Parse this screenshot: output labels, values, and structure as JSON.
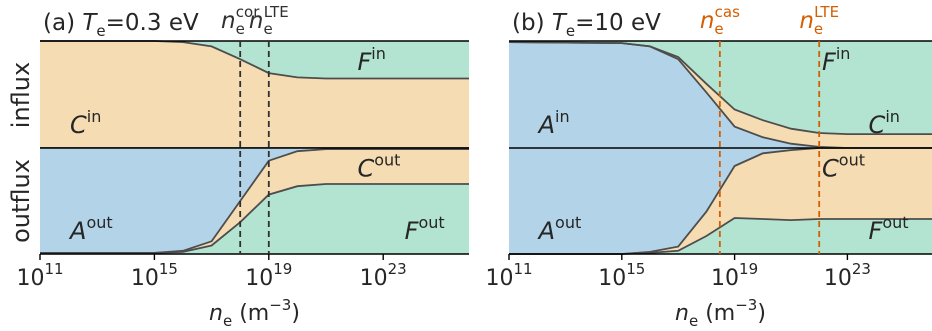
{
  "chart_data": [
    {
      "type": "area",
      "panel_label": "(a)",
      "title_param": "T",
      "title_sub": "e",
      "title_value": "=0.3 eV",
      "x_scale": "log",
      "xlim": [
        100000000000.0,
        1e+26
      ],
      "ylim_top": [
        0,
        1
      ],
      "ylim_bottom": [
        0,
        1
      ],
      "xlabel_symbol": "n",
      "xlabel_sub": "e",
      "xlabel_unit": "(m",
      "xlabel_unit_exp": "−3",
      "xlabel_unit_close": ")",
      "xticks": [
        {
          "base": "10",
          "exp": "11",
          "value": 100000000000.0
        },
        {
          "base": "10",
          "exp": "15",
          "value": 1000000000000000.0
        },
        {
          "base": "10",
          "exp": "19",
          "value": 1e+19
        },
        {
          "base": "10",
          "exp": "23",
          "value": 1e+23
        }
      ],
      "vlines": [
        {
          "value": 1e+18,
          "label_base": "n",
          "label_sub": "e",
          "label_sup": "cor",
          "color": "#303030"
        },
        {
          "value": 1e+19,
          "label_base": "n",
          "label_sub": "e",
          "label_sup": "LTE",
          "color": "#303030"
        }
      ],
      "influx": {
        "x": [
          100000000000.0,
          1000000000000000.0,
          1e+16,
          1e+17,
          1e+18,
          1e+19,
          1e+20,
          1e+21,
          1e+26
        ],
        "A": [
          0.0,
          0.0,
          0.0,
          0.0,
          0.0,
          0.0,
          0.0,
          0.0,
          0.0
        ],
        "C": [
          1.0,
          1.0,
          0.99,
          0.95,
          0.83,
          0.7,
          0.66,
          0.65,
          0.65
        ],
        "F": [
          0.0,
          0.0,
          0.01,
          0.05,
          0.17,
          0.3,
          0.34,
          0.35,
          0.35
        ]
      },
      "outflux": {
        "x": [
          100000000000.0,
          1000000000000000.0,
          1e+16,
          1e+17,
          1e+18,
          1e+19,
          1e+20,
          1e+21,
          1e+26
        ],
        "A": [
          0.99,
          0.99,
          0.97,
          0.88,
          0.5,
          0.12,
          0.03,
          0.01,
          0.01
        ],
        "C": [
          0.0,
          0.0,
          0.01,
          0.04,
          0.2,
          0.32,
          0.33,
          0.33,
          0.33
        ],
        "F": [
          0.01,
          0.01,
          0.02,
          0.08,
          0.3,
          0.56,
          0.64,
          0.66,
          0.66
        ]
      },
      "region_labels": [
        {
          "part": "influx",
          "base": "F",
          "sup": "in",
          "anchor": "top-right"
        },
        {
          "part": "influx",
          "base": "C",
          "sup": "in",
          "anchor": "bottom-left"
        },
        {
          "part": "outflux",
          "base": "C",
          "sup": "out",
          "anchor": "top-right"
        },
        {
          "part": "outflux",
          "base": "A",
          "sup": "out",
          "anchor": "bottom-left"
        },
        {
          "part": "outflux",
          "base": "F",
          "sup": "out",
          "anchor": "bottom-right"
        }
      ]
    },
    {
      "type": "area",
      "panel_label": "(b)",
      "title_param": "T",
      "title_sub": "e",
      "title_value": "=10 eV",
      "x_scale": "log",
      "xlim": [
        100000000000.0,
        1e+26
      ],
      "ylim_top": [
        0,
        1
      ],
      "ylim_bottom": [
        0,
        1
      ],
      "xlabel_symbol": "n",
      "xlabel_sub": "e",
      "xlabel_unit": "(m",
      "xlabel_unit_exp": "−3",
      "xlabel_unit_close": ")",
      "xticks": [
        {
          "base": "10",
          "exp": "11",
          "value": 100000000000.0
        },
        {
          "base": "10",
          "exp": "15",
          "value": 1000000000000000.0
        },
        {
          "base": "10",
          "exp": "19",
          "value": 1e+19
        },
        {
          "base": "10",
          "exp": "23",
          "value": 1e+23
        }
      ],
      "vlines": [
        {
          "value": 3e+18,
          "label_base": "n",
          "label_sub": "e",
          "label_sup": "cas",
          "color": "#d55e00"
        },
        {
          "value": 1e+22,
          "label_base": "n",
          "label_sub": "e",
          "label_sup": "LTE",
          "color": "#d55e00"
        }
      ],
      "influx": {
        "x": [
          100000000000.0,
          1000000000000000.0,
          1e+16,
          1e+17,
          1e+18,
          1e+19,
          1e+20,
          1e+21,
          1e+22,
          1e+23,
          1e+26
        ],
        "A": [
          0.99,
          0.98,
          0.95,
          0.83,
          0.52,
          0.2,
          0.1,
          0.04,
          0.01,
          0.0,
          0.0
        ],
        "C": [
          0.0,
          0.0,
          0.0,
          0.02,
          0.08,
          0.16,
          0.16,
          0.14,
          0.13,
          0.13,
          0.13
        ],
        "F": [
          0.01,
          0.02,
          0.05,
          0.15,
          0.4,
          0.64,
          0.74,
          0.82,
          0.86,
          0.87,
          0.87
        ]
      },
      "outflux": {
        "x": [
          100000000000.0,
          1000000000000000.0,
          1e+16,
          1e+17,
          1e+18,
          1e+19,
          1e+20,
          1e+21,
          1e+22,
          1e+23,
          1e+26
        ],
        "A": [
          1.0,
          1.0,
          0.98,
          0.93,
          0.6,
          0.17,
          0.05,
          0.02,
          0.0,
          0.0,
          0.0
        ],
        "C": [
          0.0,
          0.0,
          0.01,
          0.04,
          0.23,
          0.49,
          0.62,
          0.66,
          0.67,
          0.67,
          0.67
        ],
        "F": [
          0.0,
          0.0,
          0.01,
          0.03,
          0.17,
          0.34,
          0.33,
          0.32,
          0.33,
          0.33,
          0.33
        ]
      },
      "region_labels": [
        {
          "part": "influx",
          "base": "F",
          "sup": "in",
          "anchor": "top-right"
        },
        {
          "part": "influx",
          "base": "A",
          "sup": "in",
          "anchor": "bottom-left"
        },
        {
          "part": "influx",
          "base": "C",
          "sup": "in",
          "anchor": "bottom-right"
        },
        {
          "part": "outflux",
          "base": "C",
          "sup": "out",
          "anchor": "top-right"
        },
        {
          "part": "outflux",
          "base": "A",
          "sup": "out",
          "anchor": "bottom-left"
        },
        {
          "part": "outflux",
          "base": "F",
          "sup": "out",
          "anchor": "bottom-right"
        }
      ]
    }
  ],
  "row_labels": {
    "influx": "influx",
    "outflux": "outflux"
  },
  "colors": {
    "A": "#b3d4e8",
    "C": "#f5dcb3",
    "F": "#b3e3d1",
    "boundary": "#4d4d4d",
    "frame": "#000000",
    "text": "#262626"
  }
}
